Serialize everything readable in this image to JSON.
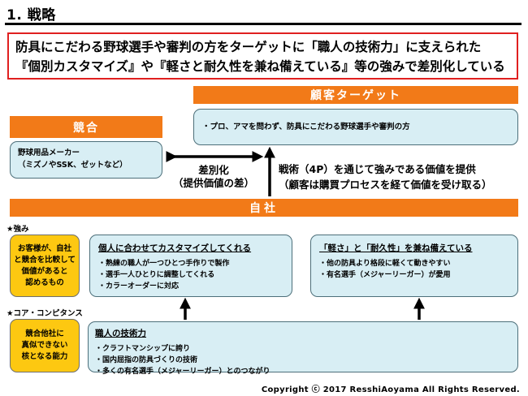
{
  "title": "1. 戦略",
  "headline": {
    "line1": "防具にこだわる野球選手や審判の方をターゲットに「職人の技術力」に支えられた",
    "line2": "『個別カスタマイズ』や『軽さと耐久性を兼ね備えている』等の強みで差別化している"
  },
  "target": {
    "header": "顧客ターゲット",
    "text": "・プロ、アマを問わず、防具にこだわる野球選手や審判の方"
  },
  "competition": {
    "header": "競合",
    "lines": [
      "野球用品メーカー",
      "（ミズノやSSK、ゼットなど）"
    ]
  },
  "differentiation": {
    "line1": "差別化",
    "line2": "（提供価値の差）"
  },
  "value_offer": {
    "line1": "戦術（4P）を通じて強みである価値を提供",
    "line2": "（顧客は購買プロセスを経て価値を受け取る）"
  },
  "self": {
    "header": "自社"
  },
  "strengths": {
    "label": "★強み",
    "side_note": [
      "お客様が、自社",
      "と競合を比較して",
      "価値があると",
      "認めるもの"
    ],
    "box1": {
      "heading": "個人に合わせてカスタマイズしてくれる",
      "items": [
        "・熟練の職人が一つひとつ手作りで製作",
        "・選手一人ひとりに調整してくれる",
        "・カラーオーダーに対応"
      ]
    },
    "box2": {
      "heading": "「軽さ」と「耐久性」を兼ね備えている",
      "items": [
        "・他の防具より格段に軽くて動きやすい",
        "・有名選手（メジャーリーガー）が愛用"
      ]
    }
  },
  "core": {
    "label": "★コア・コンピタンス",
    "side_note": [
      "競合他社に",
      "真似できない",
      "核となる能力"
    ],
    "heading": "職人の技術力",
    "items": [
      "・クラフトマンシップに誇り",
      "・国内屈指の防具づくりの技術",
      "・多くの有名選手（メジャーリーガー）とのつながり"
    ]
  },
  "copyright": "Copyright ⓒ 2017 ResshiAoyama All Rights Reserved."
}
